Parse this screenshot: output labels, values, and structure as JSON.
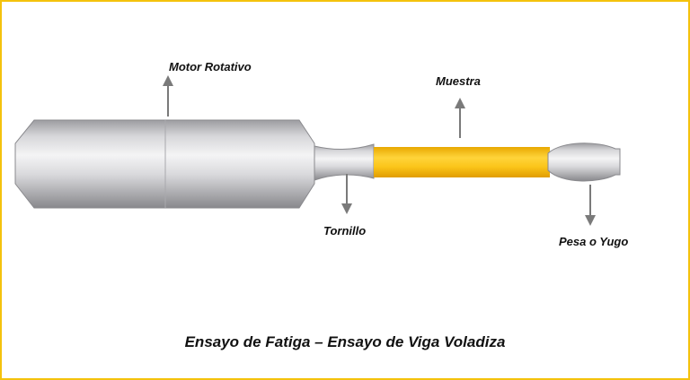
{
  "labels": {
    "motor": "Motor Rotativo",
    "sample": "Muestra",
    "screw": "Tornillo",
    "weight": "Pesa o Yugo"
  },
  "caption": "Ensayo de Fatiga – Ensayo de Viga Voladiza",
  "colors": {
    "border": "#f4c20d",
    "sample": "#f8c21a",
    "metal": "#c9c9cc",
    "arrow": "#7a7a7a"
  }
}
